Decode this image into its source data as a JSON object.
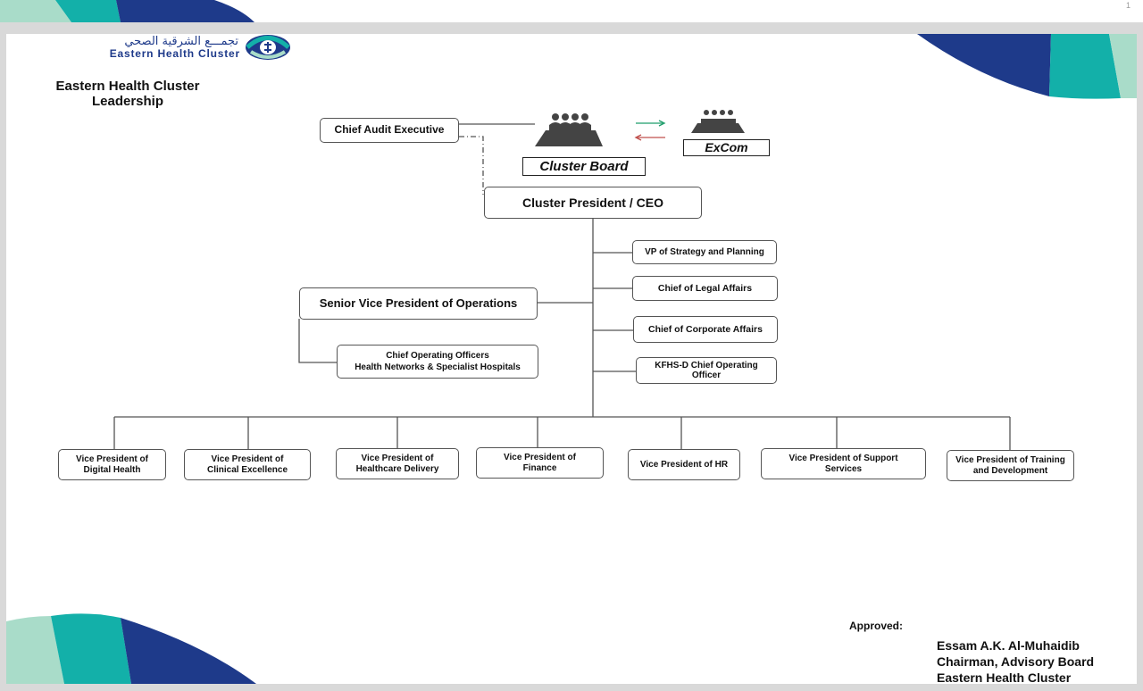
{
  "page_number": "1",
  "logo": {
    "arabic": "تجمـــع الشرقية الصحي",
    "english": "Eastern Health Cluster"
  },
  "heading": {
    "line1": "Eastern Health Cluster",
    "line2": "Leadership"
  },
  "board": {
    "label": "Cluster Board"
  },
  "excom": {
    "label": "ExCom"
  },
  "arrows": {
    "to_excom_color": "#1e9d6a",
    "to_board_color": "#c0504d"
  },
  "nodes": {
    "audit": "Chief Audit Executive",
    "ceo": "Cluster President / CEO",
    "svp_ops": "Senior Vice President of Operations",
    "coo_line1": "Chief Operating Officers",
    "coo_line2": "Health Networks & Specialist Hospitals",
    "vp_strategy": "VP  of Strategy and Planning",
    "legal": "Chief of  Legal Affairs",
    "corporate": "Chief of Corporate Affairs",
    "kfhs": "KFHS-D Chief Operating\nOfficer"
  },
  "vps": [
    "Vice President of\nDigital Health",
    "Vice President of\nClinical Excellence",
    "Vice President of\nHealthcare Delivery",
    "Vice President of\nFinance",
    "Vice President of  HR",
    "Vice President of Support\nServices",
    "Vice President of Training\nand Development"
  ],
  "approval": {
    "label": "Approved:",
    "name": "Essam A.K. Al-Muhaidib",
    "title": "Chairman, Advisory Board",
    "org": "Eastern Health Cluster"
  },
  "colors": {
    "navy": "#1e3a8a",
    "teal": "#13b0a9",
    "mint": "#a9dcc9",
    "line": "#555555"
  }
}
